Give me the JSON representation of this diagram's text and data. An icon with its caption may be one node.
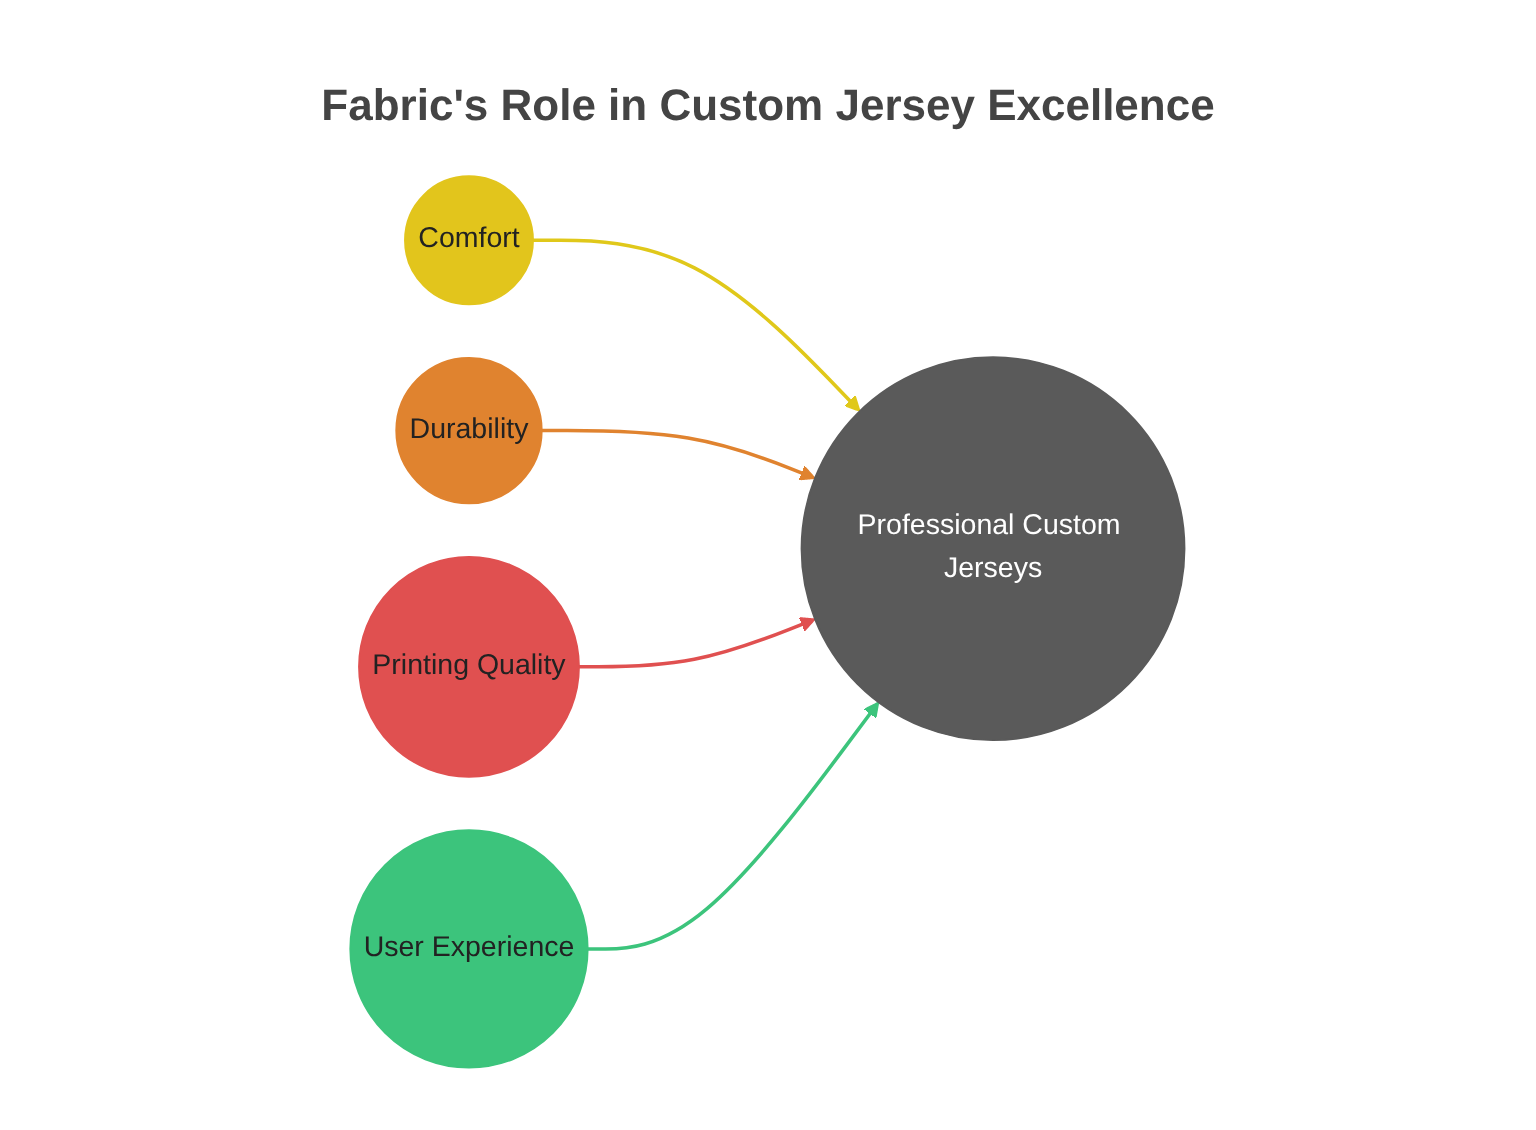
{
  "diagram": {
    "title": "Fabric's Role in Custom Jersey Excellence",
    "nodes": [
      {
        "text": [
          "Comfort"
        ]
      },
      {
        "text": [
          "Durability"
        ]
      },
      {
        "text": [
          "Printing Quality"
        ]
      },
      {
        "text": [
          "User Experience"
        ]
      },
      {
        "text": [
          "Professional Custom Jerseys"
        ]
      }
    ],
    "edges": [
      {
        "from": 0,
        "to": 4,
        "arrow": "to",
        "color": "#e0c81a"
      },
      {
        "from": 1,
        "to": 4,
        "arrow": "to",
        "color": "#e0832f"
      },
      {
        "from": 2,
        "to": 4,
        "arrow": "to",
        "color": "#e05050"
      },
      {
        "from": 3,
        "to": 4,
        "arrow": "to",
        "color": "#3cc47c"
      }
    ]
  }
}
